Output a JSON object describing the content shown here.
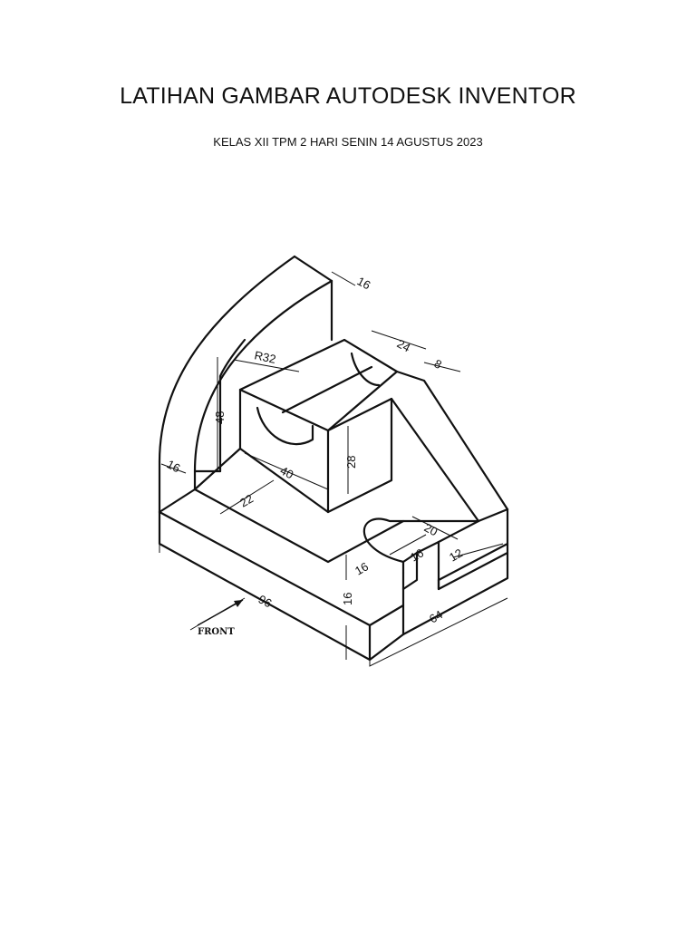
{
  "document": {
    "title": "LATIHAN GAMBAR AUTODESK INVENTOR",
    "subtitle": "KELAS XII TPM 2 HARI SENIN 14 AGUSTUS 2023"
  },
  "drawing": {
    "view_label": "FRONT",
    "dimensions": {
      "top_thickness": "16",
      "radius": "R32",
      "slot_width": "24",
      "rib_thickness": "8",
      "upright_height": "48",
      "wall_thickness": "16",
      "block_length": "40",
      "block_height": "28",
      "step_depth": "22",
      "slot_depth": "20",
      "slot_offset": "16",
      "slot_width_small": "16",
      "end_height": "12",
      "base_height": "16",
      "overall_length": "96",
      "overall_width": "64"
    }
  }
}
